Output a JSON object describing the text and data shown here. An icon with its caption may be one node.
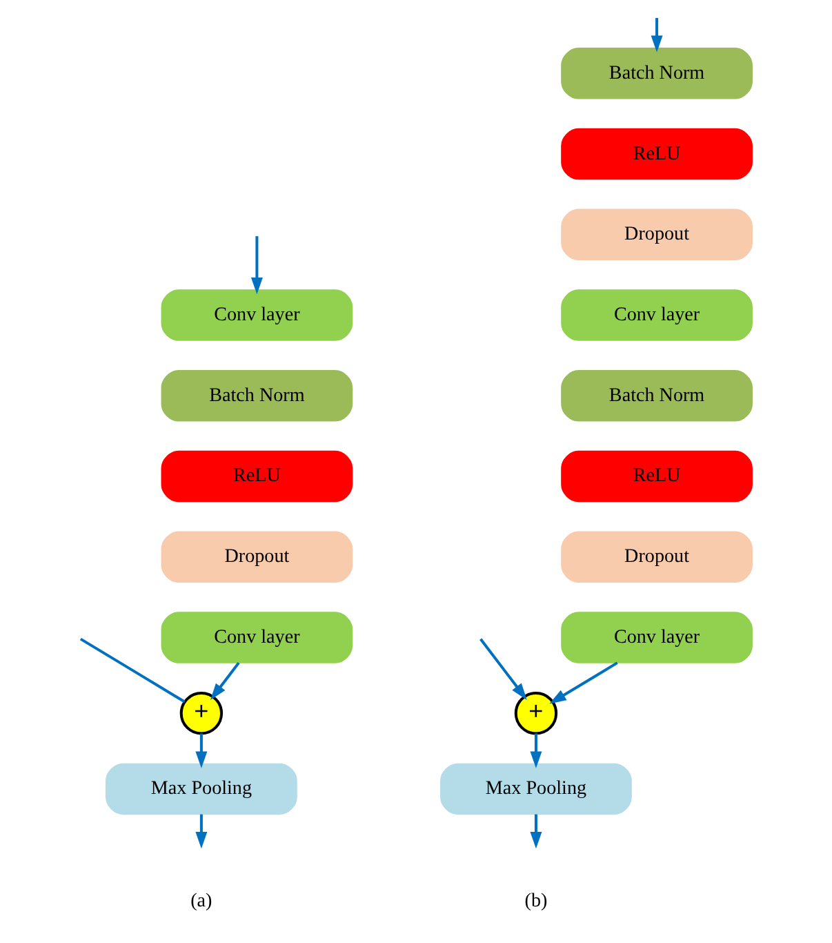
{
  "diagram": {
    "nodes": [
      {
        "text": [
          "Conv layer"
        ]
      },
      {
        "text": [
          "Batch Norm"
        ]
      },
      {
        "text": [
          "ReLU"
        ]
      },
      {
        "text": [
          "Dropout"
        ]
      },
      {
        "text": [
          "Conv layer"
        ]
      },
      {
        "text": [
          "+"
        ]
      },
      {
        "text": [
          "Max Pooling"
        ]
      },
      {
        "text": [
          "Batch Norm"
        ]
      },
      {
        "text": [
          "ReLU"
        ]
      },
      {
        "text": [
          "Dropout"
        ]
      },
      {
        "text": [
          "Conv layer"
        ]
      },
      {
        "text": [
          "Batch Norm"
        ]
      },
      {
        "text": [
          "ReLU"
        ]
      },
      {
        "text": [
          "Dropout"
        ]
      },
      {
        "text": [
          "Conv layer"
        ]
      },
      {
        "text": [
          "+"
        ]
      },
      {
        "text": [
          "Max Pooling"
        ]
      }
    ],
    "edges": [
      {
        "from": null,
        "to": 0,
        "arrow": "to"
      },
      {
        "from": null,
        "to": 5,
        "arrow": "none"
      },
      {
        "from": 4,
        "to": 5,
        "arrow": "to"
      },
      {
        "from": 5,
        "to": 6,
        "arrow": "to"
      },
      {
        "from": 6,
        "to": null,
        "arrow": "to"
      },
      {
        "from": null,
        "to": 7,
        "arrow": "to"
      },
      {
        "from": null,
        "to": 15,
        "arrow": "to"
      },
      {
        "from": 14,
        "to": 15,
        "arrow": "to"
      },
      {
        "from": 15,
        "to": 16,
        "arrow": "to"
      },
      {
        "from": 16,
        "to": null,
        "arrow": "to"
      }
    ],
    "labels": [
      "(a)",
      "(b)"
    ]
  }
}
